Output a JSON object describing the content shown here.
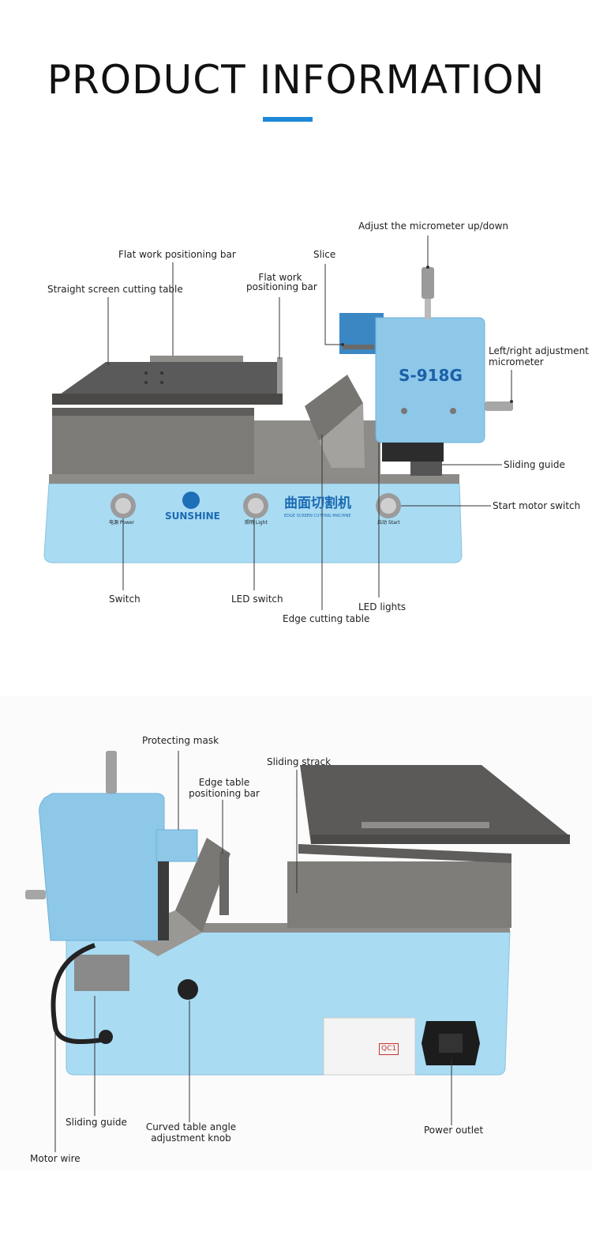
{
  "header": {
    "title": "PRODUCT INFORMATION",
    "accent_color": "#1e88d8"
  },
  "machine": {
    "model": "S-918G",
    "brand": "SUNSHINE",
    "chinese_name": "曲面切割机",
    "english_name": "EDGE SCREEN CUTTING MACHINE",
    "button_power": "电源 Power",
    "button_light": "照明 Light",
    "button_start": "启动 Start",
    "label_qc": "QC1",
    "body_color": "#9fd3ee"
  },
  "front_view": {
    "labels": {
      "micrometer_updown": "Adjust the micrometer up/down",
      "flat_bar_top": "Flat work positioning bar",
      "slice": "Slice",
      "flat_bar_right_1": "Flat work",
      "flat_bar_right_2": "positioning bar",
      "straight_table": "Straight screen cutting table",
      "lr_micrometer_1": "Left/right adjustment",
      "lr_micrometer_2": "micrometer",
      "sliding_guide": "Sliding guide",
      "start_motor": "Start motor switch",
      "switch": "Switch",
      "led_switch": "LED switch",
      "led_lights": "LED lights",
      "edge_table": "Edge cutting table"
    }
  },
  "back_view": {
    "labels": {
      "protecting_mask": "Protecting mask",
      "sliding_strack": "Sliding strack",
      "edge_bar_1": "Edge table",
      "edge_bar_2": "positioning bar",
      "sliding_guide": "Sliding guide",
      "knob_1": "Curved table angle",
      "knob_2": "adjustment knob",
      "power_outlet": "Power outlet",
      "motor_wire": "Motor wire"
    }
  }
}
